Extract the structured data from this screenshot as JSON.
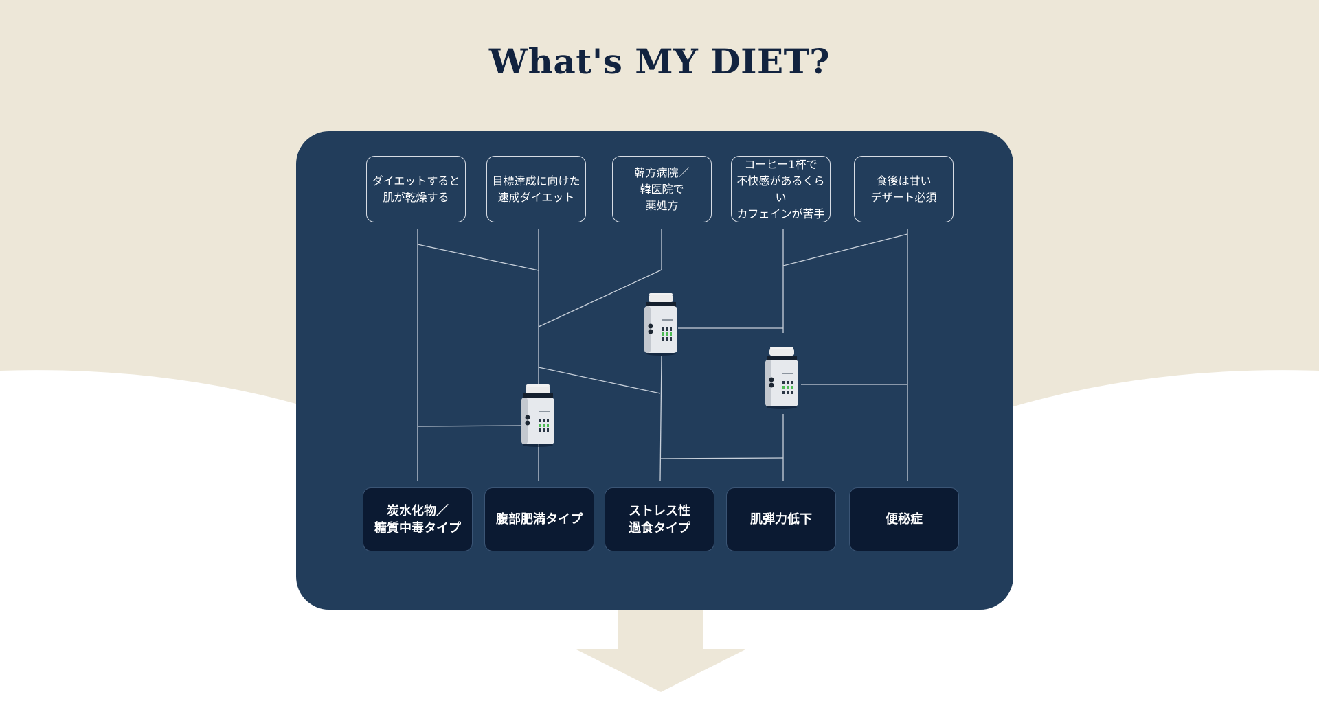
{
  "title": "What's MY DIET?",
  "colors": {
    "page_beige": "#ede7d8",
    "panel_navy": "#223d5b",
    "type_box_navy": "#0b1a32",
    "title_text": "#12233f",
    "line": "#c8d0da"
  },
  "symptoms": [
    {
      "label": "ダイエットすると\n肌が乾燥する"
    },
    {
      "label": "目標達成に向けた\n速成ダイエット"
    },
    {
      "label": "韓方病院／\n韓医院で\n薬処方"
    },
    {
      "label": "コーヒー1杯で\n不快感があるくらい\nカフェインが苦手"
    },
    {
      "label": "食後は甘い\nデザート必須"
    }
  ],
  "diet_types": [
    {
      "label": "炭水化物／\n糖質中毒タイプ"
    },
    {
      "label": "腹部肥満タイプ"
    },
    {
      "label": "ストレス性\n過食タイプ"
    },
    {
      "label": "肌弾力低下"
    },
    {
      "label": "便秘症"
    }
  ],
  "icons": {
    "product": "supplement-bottle-icon",
    "down_arrow": "down-arrow-icon"
  }
}
